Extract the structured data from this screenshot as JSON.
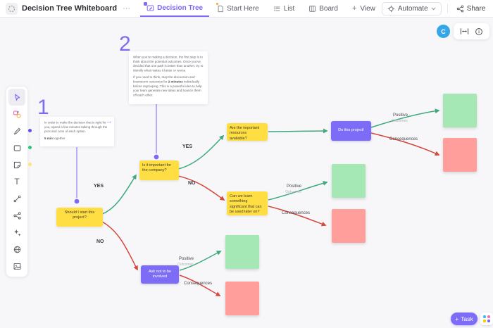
{
  "topbar": {
    "title": "Decision Tree Whiteboard",
    "overflow": "⋯",
    "tabs": [
      {
        "label": "Decision Tree",
        "active": true
      },
      {
        "label": "Start Here",
        "active": false
      },
      {
        "label": "List",
        "active": false
      },
      {
        "label": "Board",
        "active": false
      }
    ],
    "plus": "+",
    "add_view": "View",
    "automate": "Automate",
    "share": "Share"
  },
  "canvas_controls": {
    "avatar": "C"
  },
  "toolbar": {
    "tools": [
      "select",
      "templates",
      "pen",
      "shape",
      "sticky-note",
      "text",
      "connector",
      "mind-map",
      "ai-sparkle",
      "web",
      "image"
    ],
    "text_tool_glyph": "T"
  },
  "annotations": {
    "step1": {
      "number": "1",
      "arrow": "→",
      "text": "In order to make the decision that is right for you, spend a few minutes talking through the pros and cons of each option.",
      "duration_bold": "5 min",
      "duration_rest": " together"
    },
    "step2": {
      "number": "2",
      "para1": "When you're making a decision, the first step is to think about the potential outcomes. Once you've decided that one path is better than another, try to identify what makes it better or worse.",
      "para2_pre": "If you need to think, stop the discussion and brainstorm outcomes for ",
      "para2_bold": "2 minutes",
      "para2_post": " individually before regrouping. This is a powerful idea to help your team generate new ideas and bounce them off each other."
    }
  },
  "tree": {
    "q_start": "Should I start this project?",
    "q_important": "Is it important for the company?",
    "q_resources": "Are the important resources available?",
    "q_learn": "Can we learn something significant that can be used later on?",
    "do_project": "Do this project!",
    "not_involved": "Ask not to be involved",
    "labels": {
      "yes": "YES",
      "no": "NO",
      "positive": "Positive",
      "outcomes": "Outcomes",
      "consequences": "Consequences"
    }
  },
  "footer": {
    "plus": "+",
    "task": "Task"
  },
  "colors": {
    "accent": "#7c6bf6",
    "yellow_node": "#ffde44",
    "purple_node": "#7d6df6",
    "green_sticky": "#a5e8b5",
    "red_sticky": "#ff9e9b",
    "green_line": "#3fa97c",
    "red_line": "#d6473c",
    "avatar_blue": "#35a7e8"
  }
}
